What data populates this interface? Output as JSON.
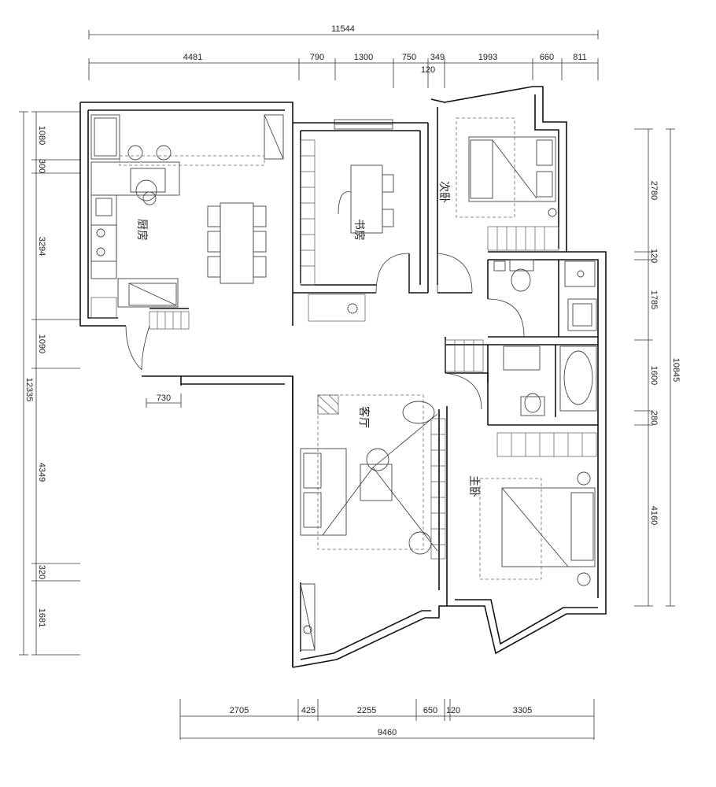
{
  "dimensions": {
    "top_total": "11544",
    "top_segments": [
      "4481",
      "790",
      "1300",
      "750",
      "349",
      "1993",
      "660",
      "811"
    ],
    "top_sub": "120",
    "left_total": "12335",
    "left_segments": [
      "1080",
      "300",
      "3294",
      "1090",
      "4349",
      "320",
      "1681"
    ],
    "left_sub": "730",
    "right_total": "10845",
    "right_segments": [
      "2780",
      "120",
      "1785",
      "1600",
      "280",
      "4160"
    ],
    "bottom_total": "9460",
    "bottom_segments": [
      "2705",
      "425",
      "2255",
      "650",
      "120",
      "3305"
    ]
  },
  "rooms": {
    "kitchen": "厨房",
    "study": "书房",
    "second_bedroom": "次卧",
    "living_room": "客厅",
    "master_bedroom": "主卧"
  }
}
